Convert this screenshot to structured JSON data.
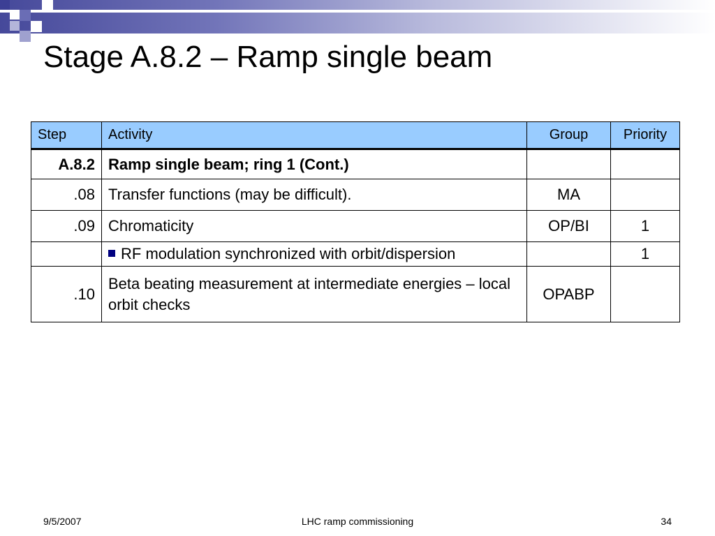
{
  "slide": {
    "title": "Stage A.8.2 – Ramp single beam",
    "colors": {
      "header_fill": "#99ccff",
      "accent_blue": "#3c3f95",
      "bullet": "#000080"
    }
  },
  "table": {
    "headers": {
      "step": "Step",
      "activity": "Activity",
      "group": "Group",
      "priority": "Priority"
    },
    "rows": [
      {
        "step": "A.8.2",
        "activity": "Ramp single beam;  ring 1 (Cont.)",
        "group": "",
        "priority": ""
      },
      {
        "step": ".08",
        "activity": "Transfer functions (may be difficult).",
        "group": "MA",
        "priority": ""
      },
      {
        "step": ".09",
        "activity": "Chromaticity",
        "group": "OP/BI",
        "priority": "1"
      },
      {
        "step": "",
        "activity": "RF modulation synchronized with orbit/dispersion",
        "group": "",
        "priority": "1",
        "bulleted": true,
        "bullet_icon": "square-bullet-icon"
      },
      {
        "step": ".10",
        "activity": "Beta beating measurement at intermediate energies – local orbit checks",
        "group": "OPABP",
        "priority": ""
      }
    ]
  },
  "footer": {
    "date": "9/5/2007",
    "center": "LHC ramp commissioning",
    "page": "34"
  }
}
